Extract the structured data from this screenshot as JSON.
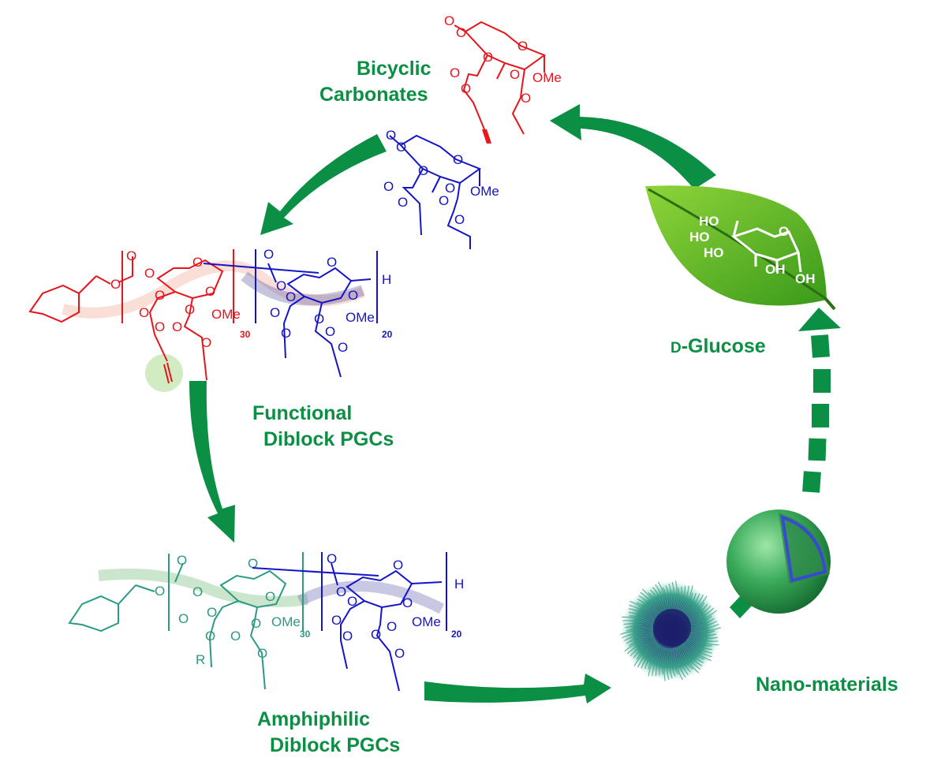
{
  "colors": {
    "label_green": "#0b8f44",
    "arrow_green": "#0b8f44",
    "red_monomer": "#e8141b",
    "blue_monomer": "#1414c8",
    "teal_block": "#2a9a84",
    "leaf_light": "#7cc62c",
    "leaf_dark": "#3a9a1a",
    "sphere": "#3aaa5a"
  },
  "labels": {
    "bicyclic_line1": "Bicyclic",
    "bicyclic_line2": "Carbonates",
    "glucose_prefix": "D",
    "glucose_rest": "-Glucose",
    "functional_line1": "Functional",
    "functional_line2": "Diblock PGCs",
    "amphiphilic_line1": "Amphiphilic",
    "amphiphilic_line2": "Diblock PGCs",
    "nano": "Nano-materials"
  },
  "atoms": {
    "O": "O",
    "OMe": "OMe",
    "H": "H",
    "R": "R",
    "HO": "HO",
    "OH": "OH",
    "Me": "Me"
  },
  "subscripts": {
    "block_a": "30",
    "block_b": "20"
  },
  "icons": [
    "cycle-arrow",
    "leaf-icon",
    "core-shell-sphere-icon",
    "micelle-icon",
    "alkyne-highlight"
  ]
}
